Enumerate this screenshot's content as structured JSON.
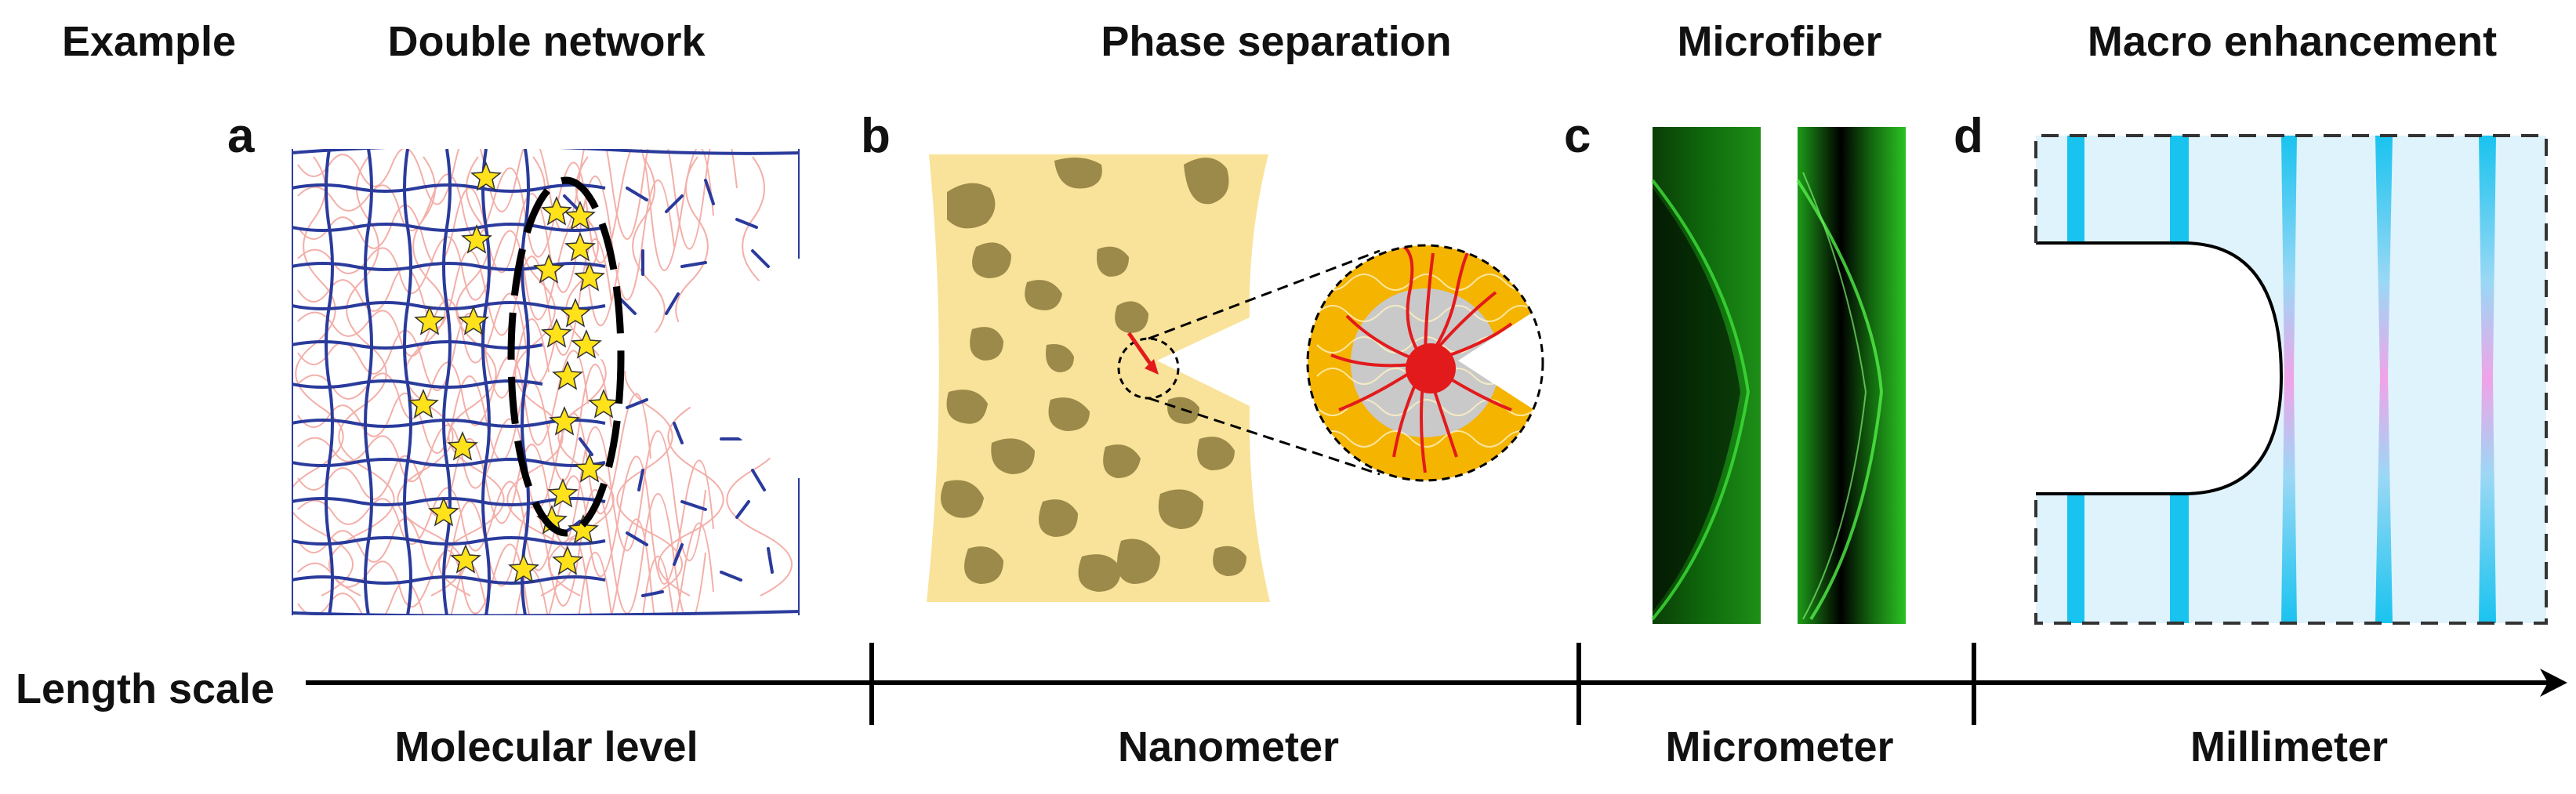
{
  "headers": {
    "example": "Example",
    "double_network": "Double network",
    "phase_separation": "Phase separation",
    "microfiber": "Microfiber",
    "macro_enhancement": "Macro enhancement"
  },
  "panels": {
    "a": "a",
    "b": "b",
    "c": "c",
    "d": "d"
  },
  "axis": {
    "label": "Length scale",
    "levels": {
      "molecular": "Molecular level",
      "nanometer": "Nanometer",
      "micrometer": "Micrometer",
      "millimeter": "Millimeter"
    }
  },
  "colors": {
    "network_blue": "#2a3b9c",
    "network_pink": "#f2a7a0",
    "star_yellow": "#ffe21a",
    "matrix_yellow": "#f9e39a",
    "particle_olive": "#9c8a4a",
    "chain_red": "#e31a1c",
    "chain_orange": "#f4b400",
    "fiber_green": "#22c51e",
    "macro_fill": "#dff3fc",
    "macro_band": "#19c3ef",
    "macro_pink": "#f0a3e8"
  }
}
